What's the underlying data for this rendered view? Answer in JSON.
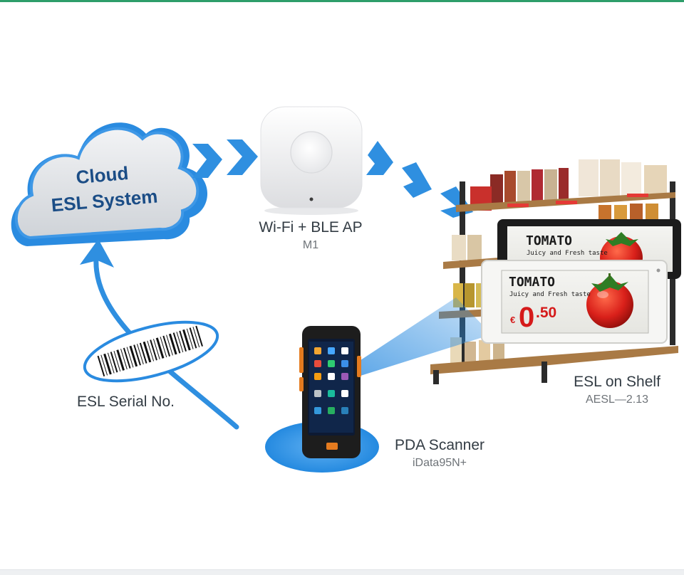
{
  "cloud": {
    "line1": "Cloud",
    "line2": "ESL System"
  },
  "access_point": {
    "title": "Wi-Fi + BLE AP",
    "model": "M1"
  },
  "esl": {
    "title": "ESL on Shelf",
    "model": "AESL—2.13"
  },
  "pda": {
    "title": "PDA Scanner",
    "model": "iData95N+"
  },
  "serial": {
    "label": "ESL Serial No."
  },
  "tag_back": {
    "product": "TOMATO",
    "desc": "Juicy and Fresh taste"
  },
  "tag_front": {
    "product": "TOMATO",
    "desc": "Juicy and Fresh taste",
    "currency": "€",
    "price_whole": "0",
    "price_dec": ".50"
  },
  "colors": {
    "arrow_blue": "#2f8fe0",
    "cloud_blue": "#2a8be0",
    "price_red": "#d51a1a",
    "accent_green": "#2e9e6a"
  },
  "icons": [
    "cloud-icon",
    "chevron-arrow-icon",
    "barcode-icon",
    "access-point-icon",
    "pda-device-icon",
    "shelf-icon",
    "tomato-icon"
  ]
}
